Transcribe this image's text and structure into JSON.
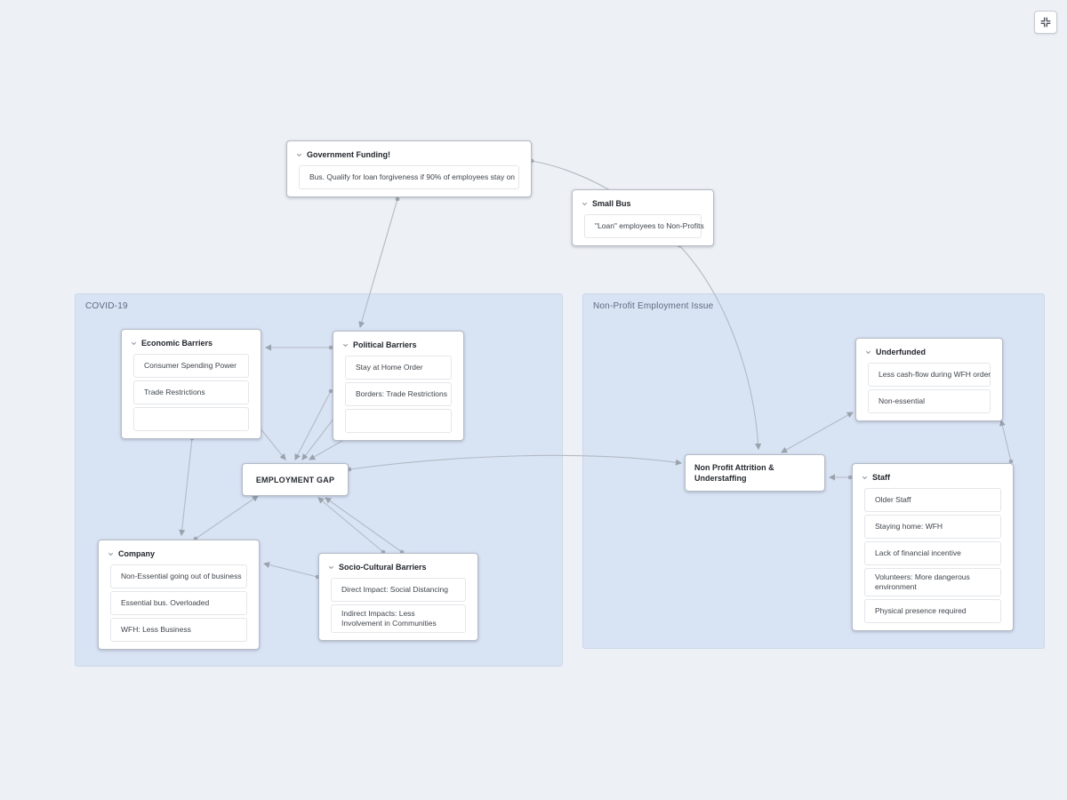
{
  "toolbar": {
    "fit_button_icon": "collapse-inward-icon"
  },
  "containers": {
    "covid": {
      "label": "COVID-19"
    },
    "nonprofit": {
      "label": "Non-Profit Employment Issue"
    }
  },
  "nodes": {
    "gov_funding": {
      "title": "Government Funding!",
      "children": [
        "Bus. Qualify for loan forgiveness if 90% of employees stay on"
      ]
    },
    "small_bus": {
      "title": "Small Bus",
      "children": [
        "\"Loan\" employees to Non-Profits"
      ]
    },
    "economic": {
      "title": "Economic Barriers",
      "children": [
        "Consumer Spending Power",
        "Trade Restrictions",
        ""
      ]
    },
    "political": {
      "title": "Political Barriers",
      "children": [
        "Stay at Home Order",
        "Borders: Trade Restrictions",
        ""
      ]
    },
    "employment_gap": {
      "title": "EMPLOYMENT GAP"
    },
    "company": {
      "title": "Company",
      "children": [
        "Non-Essential going out of business",
        "Essential bus. Overloaded",
        "WFH:  Less Business"
      ]
    },
    "socio": {
      "title": "Socio-Cultural Barriers",
      "children": [
        "Direct Impact:  Social Distancing",
        "Indirect Impacts: Less Involvement in Communities"
      ]
    },
    "underfunded": {
      "title": "Underfunded",
      "children": [
        "Less cash-flow during WFH order",
        "Non-essential"
      ]
    },
    "attrition": {
      "title": "Non Profit Attrition & Understaffing"
    },
    "staff": {
      "title": "Staff",
      "children": [
        "Older Staff",
        "Staying home: WFH",
        "Lack of financial incentive",
        "Volunteers: More dangerous environment",
        "Physical presence required"
      ]
    }
  },
  "colors": {
    "page_bg": "#edf0f5",
    "container_fill": "#d8e3f4",
    "node_border": "#b6bcc6",
    "edge": "#b3bac3",
    "text": "#22262c"
  }
}
